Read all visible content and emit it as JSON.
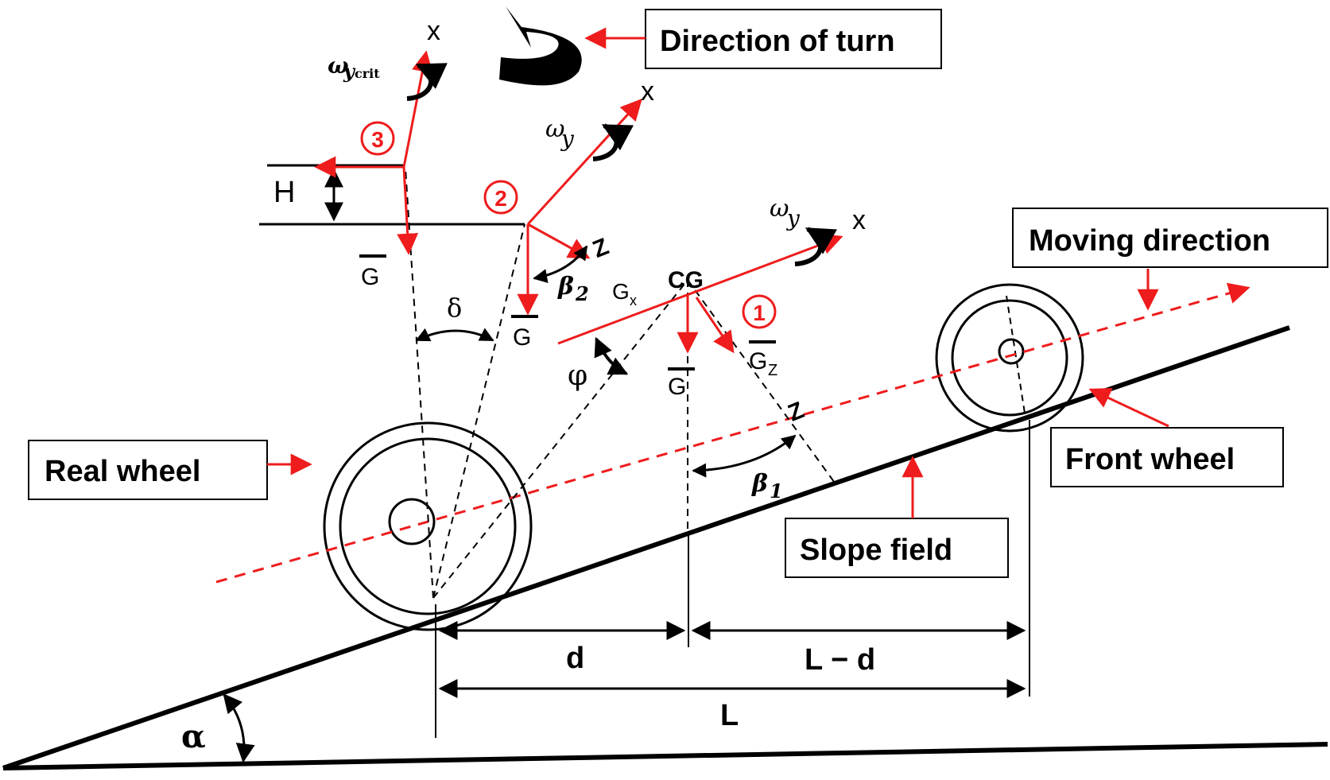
{
  "labels": {
    "direction_of_turn": "Direction of turn",
    "moving_direction": "Moving direction",
    "real_wheel": "Real wheel",
    "front_wheel": "Front wheel",
    "slope_field": "Slope field"
  },
  "symbols": {
    "H": "H",
    "G": "G",
    "delta": "δ",
    "phi": "φ",
    "CG": "CG",
    "Gx_main": "G",
    "Gx_sub": "x",
    "Gz_main": "G",
    "Gz_sub": "Z",
    "x": "x",
    "omega": "ω",
    "omega_sub_y": "y",
    "omega_crit_sub": "crit",
    "beta": "β",
    "beta1_sub": "1",
    "beta2_sub": "2",
    "alpha": "α",
    "d": "d",
    "L": "L",
    "L_minus_d": "L − d"
  },
  "positions": {
    "p1": "1",
    "p2": "2",
    "p3": "3"
  },
  "colors": {
    "red": "#ee1c1c",
    "black": "#000000"
  }
}
